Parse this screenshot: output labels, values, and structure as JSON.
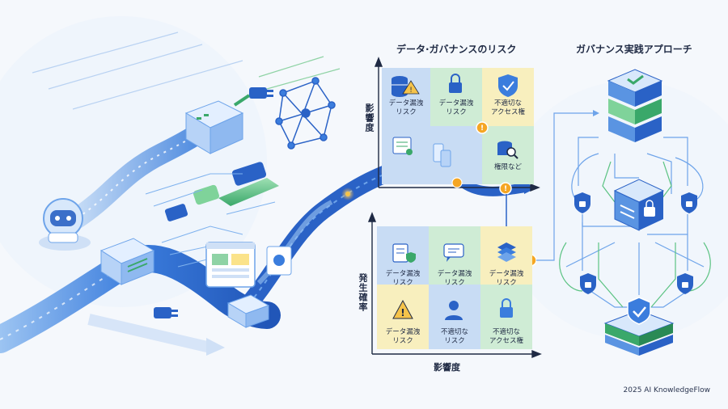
{
  "risk_matrix": {
    "title": "データ·ガバナンスのリスク",
    "y_axis": "影響度",
    "cells": [
      "データ漏洩\nリスク",
      "データ漏洩\nリスク",
      "不適切な\nアクセス権",
      "",
      "",
      "権限など"
    ]
  },
  "probability_matrix": {
    "y_axis": "発生確率",
    "x_axis": "影響度",
    "cells": [
      "データ漏洩\nリスク",
      "データ漏洩\nリスク",
      "データ漏洩\nリスク",
      "データ漏洩\nリスク",
      "不適切な\nリスク",
      "不適切な\nアクセス権"
    ]
  },
  "approach": {
    "title": "ガバナンス実践アプローチ"
  },
  "footer": {
    "credit": "2025 AI KnowledgeFlow"
  },
  "colors": {
    "pipeline": "#2f6fd6",
    "pipeline_light": "#8fb9f0",
    "cell_blue": "#cfe3f7",
    "cell_green": "#d3efd9",
    "cell_yellow": "#fbf1c2",
    "warning": "#f5a623"
  }
}
